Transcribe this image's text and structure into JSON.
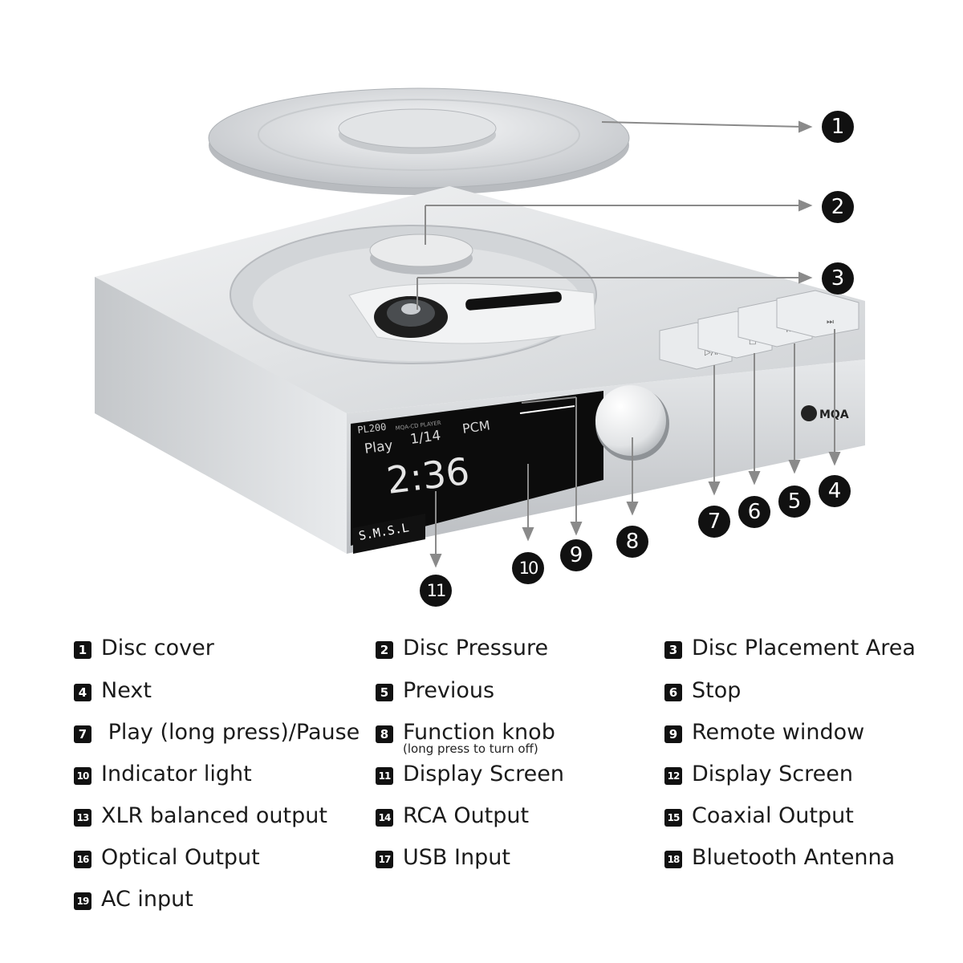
{
  "device": {
    "model": "PL200",
    "model_sub": "MQA-CD PLAYER",
    "brand": "S.M.S.L",
    "mqa_logo": "MQA",
    "screen": {
      "status": "Play",
      "track": "1/14",
      "format": "PCM",
      "time": "2:36"
    },
    "button_icons": [
      "play-pause-icon",
      "stop-icon",
      "previous-icon",
      "next-icon"
    ]
  },
  "callouts": [
    "1",
    "2",
    "3",
    "4",
    "5",
    "6",
    "7",
    "8",
    "9",
    "10",
    "11"
  ],
  "legend": [
    {
      "num": "1",
      "label": "Disc cover"
    },
    {
      "num": "2",
      "label": "Disc Pressure"
    },
    {
      "num": "3",
      "label": "Disc Placement Area"
    },
    {
      "num": "4",
      "label": "Next"
    },
    {
      "num": "5",
      "label": "Previous"
    },
    {
      "num": "6",
      "label": "Stop"
    },
    {
      "num": "7",
      "label": " Play (long press)/Pause"
    },
    {
      "num": "8",
      "label": "Function knob",
      "sub": "(long press to turn off)"
    },
    {
      "num": "9",
      "label": "Remote window"
    },
    {
      "num": "10",
      "label": "Indicator light"
    },
    {
      "num": "11",
      "label": "Display Screen"
    },
    {
      "num": "12",
      "label": "Display Screen"
    },
    {
      "num": "13",
      "label": "XLR balanced output"
    },
    {
      "num": "14",
      "label": "RCA Output"
    },
    {
      "num": "15",
      "label": "Coaxial Output"
    },
    {
      "num": "16",
      "label": "Optical Output"
    },
    {
      "num": "17",
      "label": "USB Input"
    },
    {
      "num": "18",
      "label": "Bluetooth Antenna"
    },
    {
      "num": "19",
      "label": "AC input"
    }
  ],
  "colors": {
    "badge": "#111111",
    "silver": "#d9dcdf",
    "screen": "#0c0c0c",
    "leader": "#8a8a8a"
  }
}
